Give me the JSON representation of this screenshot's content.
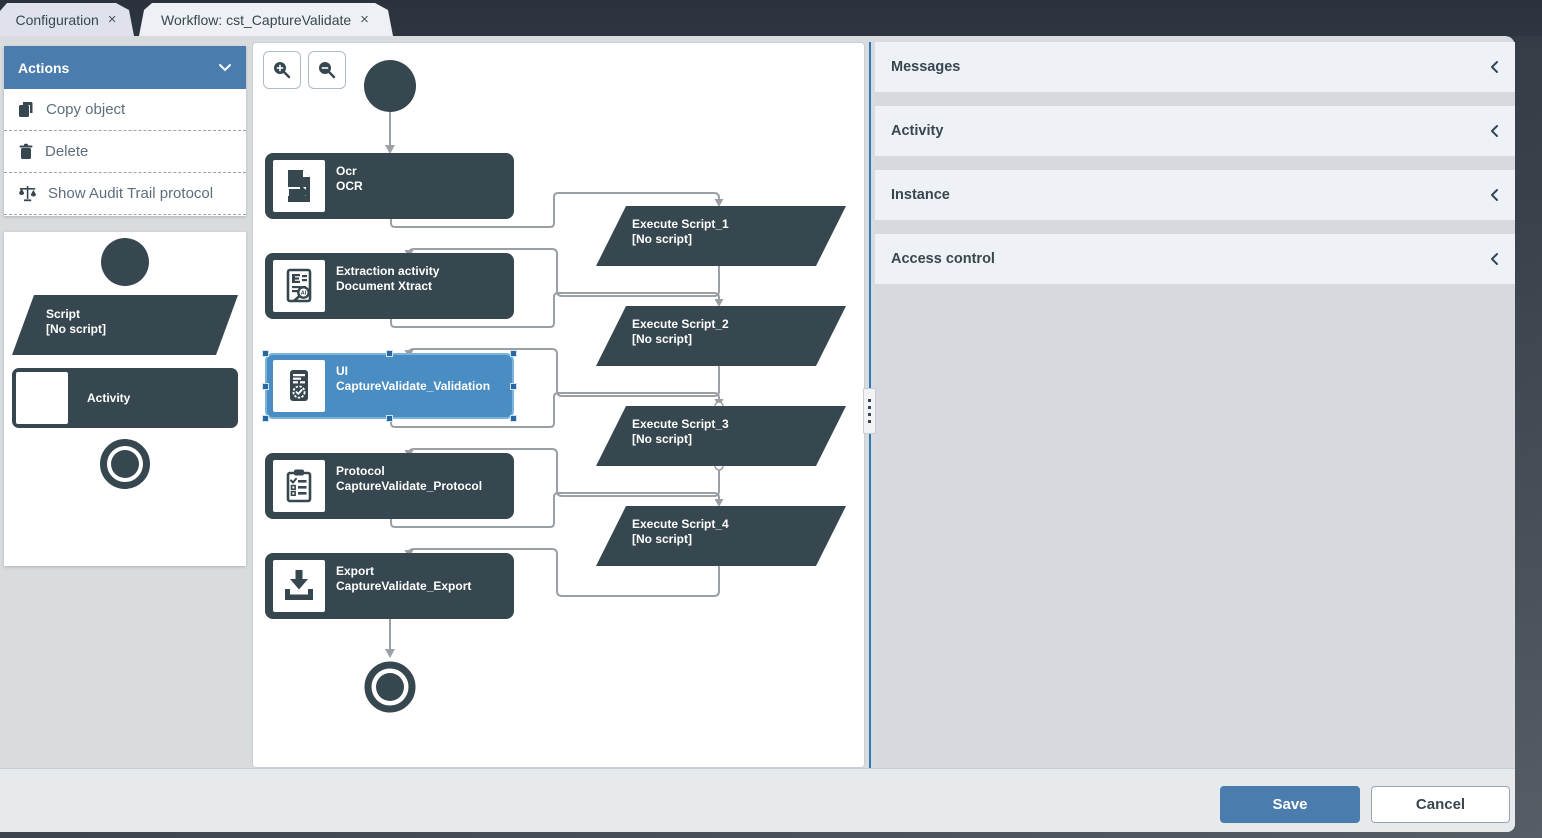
{
  "tabs": [
    {
      "label": "Configuration",
      "close": "×",
      "active": false
    },
    {
      "label": "Workflow: cst_CaptureValidate",
      "close": "×",
      "active": true
    }
  ],
  "actions_panel": {
    "title": "Actions",
    "items": [
      {
        "label": "Copy object",
        "icon": "copy-icon"
      },
      {
        "label": "Delete",
        "icon": "trash-icon"
      },
      {
        "label": "Show Audit Trail protocol",
        "icon": "scales-icon"
      }
    ]
  },
  "palette": {
    "start_node": "start-circle",
    "script": {
      "title": "Script",
      "subtitle": "[No script]"
    },
    "activity": {
      "label": "Activity"
    },
    "end_node": "end-circle"
  },
  "canvas": {
    "toolbar": {
      "zoom_in": "magnifier-plus",
      "zoom_out": "magnifier-minus"
    },
    "activities": [
      {
        "title": "Ocr",
        "subtitle": "OCR",
        "icon": "ocr-icon",
        "selected": false
      },
      {
        "title": "Extraction activity",
        "subtitle": "Document Xtract",
        "icon": "extraction-icon",
        "selected": false
      },
      {
        "title": "UI",
        "subtitle": "CaptureValidate_Validation",
        "icon": "validation-icon",
        "selected": true
      },
      {
        "title": "Protocol",
        "subtitle": "CaptureValidate_Protocol",
        "icon": "protocol-icon",
        "selected": false
      },
      {
        "title": "Export",
        "subtitle": "CaptureValidate_Export",
        "icon": "export-icon",
        "selected": false
      }
    ],
    "scripts": [
      {
        "title": "Execute Script_1",
        "subtitle": "[No script]"
      },
      {
        "title": "Execute Script_2",
        "subtitle": "[No script]"
      },
      {
        "title": "Execute Script_3",
        "subtitle": "[No script]"
      },
      {
        "title": "Execute Script_4",
        "subtitle": "[No script]"
      }
    ]
  },
  "right_panel": {
    "sections": [
      "Messages",
      "Activity",
      "Instance",
      "Access control"
    ],
    "chevron_icon": "chevron-left-icon"
  },
  "footer": {
    "save_label": "Save",
    "cancel_label": "Cancel"
  },
  "colors": {
    "node_dark": "#37474f",
    "selected_blue": "#4a8dc2",
    "selected_border": "#79b3de",
    "header_blue": "#4a7dad",
    "save_blue": "#4a7dad",
    "connector_gray": "#9aa0a5",
    "workspace_bg": "#d8dcdf",
    "panel_header_bg": "#eef1f5",
    "splitter_blue": "#2a7ab8",
    "app_dark": "#2a313c"
  }
}
